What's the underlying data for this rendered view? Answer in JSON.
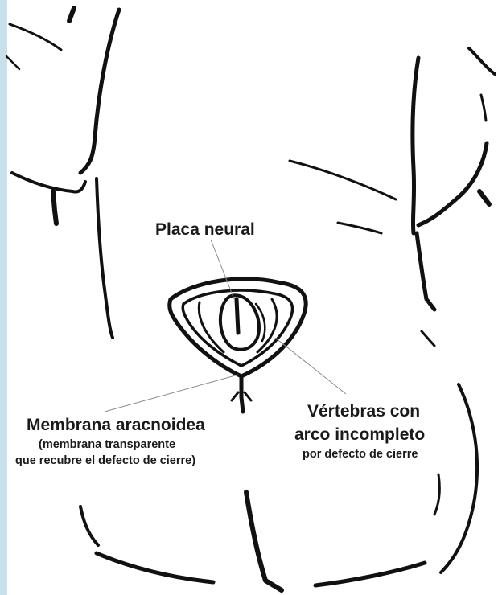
{
  "colors": {
    "line": "#111111",
    "leader": "#8a8a8a",
    "text": "#1a1a1a",
    "left_edge_tint": "#9cc7d8"
  },
  "labels": {
    "placa_neural": "Placa neural",
    "membrana_aracnoidea": "Membrana aracnoidea",
    "membrana_sub_1": "(membrana transparente",
    "membrana_sub_2": "que recubre el defecto de cierre)",
    "vertebras_1": "Vértebras con",
    "vertebras_2": "arco incompleto",
    "vertebras_sub": "por defecto de cierre"
  }
}
